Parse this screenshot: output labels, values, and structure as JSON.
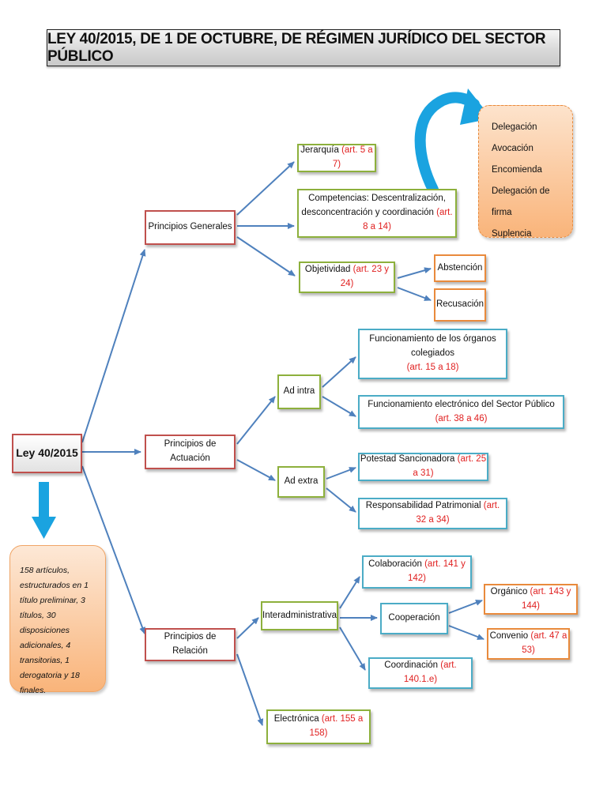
{
  "title": "LEY 40/2015, DE 1 DE OCTUBRE, DE RÉGIMEN JURÍDICO DEL SECTOR PÚBLICO",
  "root": "Ley 40/2015",
  "summary_note": "158 artículos, estructurados en 1 título preliminar, 3 títulos, 30 disposiciones adicionales, 4 transitorias, 1 derogatoria y 18 finales.",
  "principios_generales": {
    "label": "Principios Generales",
    "jerarquia": {
      "label": "Jerarquía",
      "ref": "(art. 5 a 7)"
    },
    "competencias": {
      "label_1": "Competencias: Descentralización,",
      "label_2": "desconcentración y coordinación",
      "ref": "(art. 8 a 14)"
    },
    "objetividad": {
      "label": "Objetividad",
      "ref": "(art. 23 y 24)"
    },
    "abstencion": "Abstención",
    "recusacion": "Recusación",
    "competencias_list": [
      "Delegación",
      "Avocación",
      "Encomienda",
      "Delegación de firma",
      "Suplencia"
    ]
  },
  "principios_actuacion": {
    "label": "Principios de Actuación",
    "ad_intra": "Ad intra",
    "ad_extra": "Ad extra",
    "organos_colegiados": {
      "label": "Funcionamiento de los órganos colegiados",
      "ref": "(art. 15 a 18)"
    },
    "electronico": {
      "label": "Funcionamiento electrónico del Sector Público",
      "ref": "(art. 38 a 46)"
    },
    "sancionadora": {
      "label": "Potestad Sancionadora",
      "ref": "(art. 25 a 31)"
    },
    "patrimonial": {
      "label": "Responsabilidad Patrimonial",
      "ref": "(art. 32 a 34)"
    }
  },
  "principios_relacion": {
    "label": "Principios de Relación",
    "interadministrativa": "Interadministrativa",
    "electronica": {
      "label": "Electrónica",
      "ref": "(art. 155 a 158)"
    },
    "colaboracion": {
      "label": "Colaboración",
      "ref": "(art. 141 y 142)"
    },
    "cooperacion": "Cooperación",
    "coordinacion": {
      "label": "Coordinación",
      "ref": "(art. 140.1.e)"
    },
    "organico": {
      "label": "Orgánico",
      "ref": "(art. 143 y 144)"
    },
    "convenio": {
      "label": "Convenio",
      "ref": "(art. 47 a 53)"
    }
  },
  "colors": {
    "arrow": "#4f81bd",
    "red_border": "#c0504d",
    "green_border": "#8db03c",
    "blue_border": "#4bacc6",
    "orange_border": "#e98a3c",
    "ref_text": "#e02020",
    "callout_arrow": "#1aa3e0"
  }
}
